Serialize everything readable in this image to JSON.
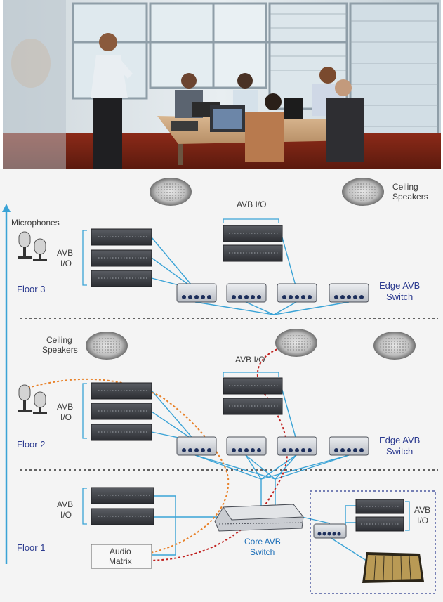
{
  "photo": {
    "alt": "Conference room with presenter and attendees"
  },
  "diagram": {
    "labels": {
      "microphones": "Microphones",
      "ceiling_speakers_top_1": "Ceiling",
      "ceiling_speakers_top_2": "Speakers",
      "ceiling_speakers_f2_1": "Ceiling",
      "ceiling_speakers_f2_2": "Speakers",
      "avb_io": "AVB I/O",
      "avb": "AVB",
      "io": "I/O",
      "edge_avb_1": "Edge AVB",
      "edge_avb_2": "Switch",
      "core_avb_1": "Core AVB",
      "core_avb_2": "Switch",
      "audio_1": "Audio",
      "audio_2": "Matrix",
      "floor_3": "Floor 3",
      "floor_2": "Floor 2",
      "floor_1": "Floor 1"
    },
    "colors": {
      "link": "#3aa3d6",
      "floor_text": "#2b3a8f",
      "orange_path": "#e8822a",
      "red_path": "#c0201e",
      "core_text": "#1d6fb8"
    }
  }
}
